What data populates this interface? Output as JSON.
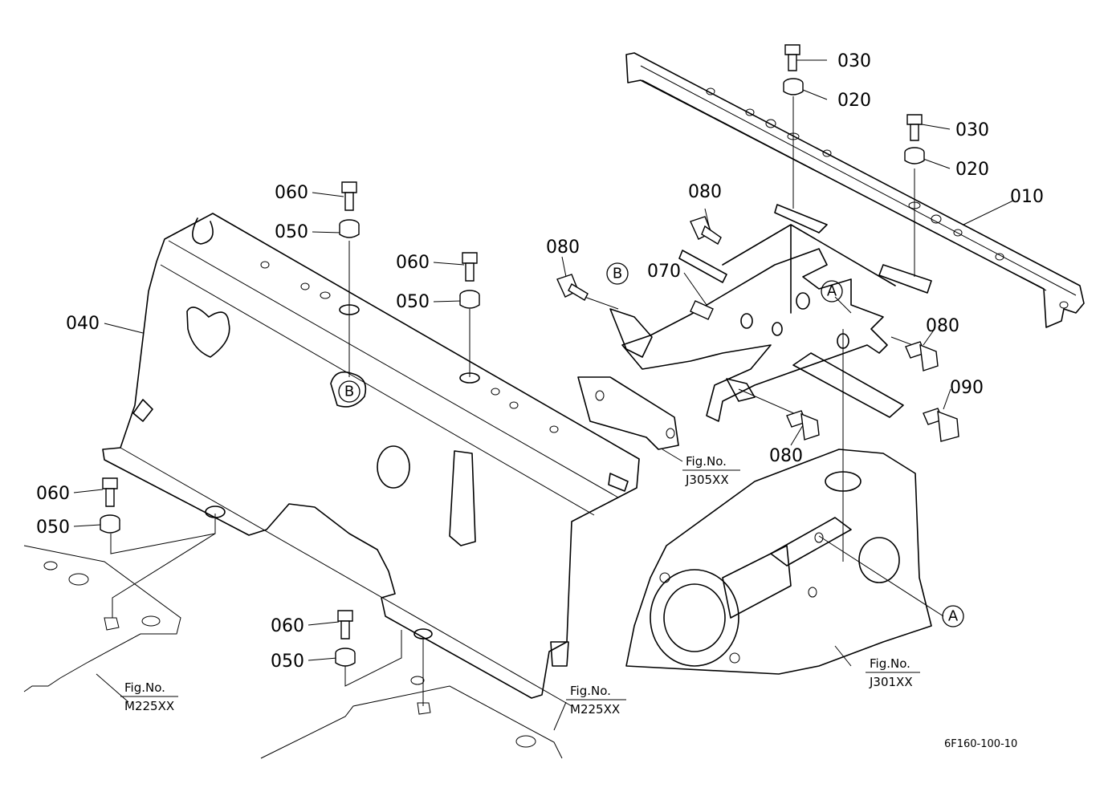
{
  "callouts": {
    "c010": "010",
    "c020a": "020",
    "c020b": "020",
    "c030a": "030",
    "c030b": "030",
    "c040": "040",
    "c050a": "050",
    "c050b": "050",
    "c050c": "050",
    "c050d": "050",
    "c060a": "060",
    "c060b": "060",
    "c060c": "060",
    "c060d": "060",
    "c070": "070",
    "c080a": "080",
    "c080b": "080",
    "c080c": "080",
    "c080d": "080",
    "c090": "090"
  },
  "refs": {
    "a1": "A",
    "a2": "A",
    "b1": "B",
    "b2": "B"
  },
  "figrefs": [
    {
      "title": "Fig.No.",
      "code": "J305XX"
    },
    {
      "title": "Fig.No.",
      "code": "J301XX"
    },
    {
      "title": "Fig.No.",
      "code": "M225XX"
    },
    {
      "title": "Fig.No.",
      "code": "M225XX"
    }
  ],
  "drawing_code": "6F160-100-10"
}
